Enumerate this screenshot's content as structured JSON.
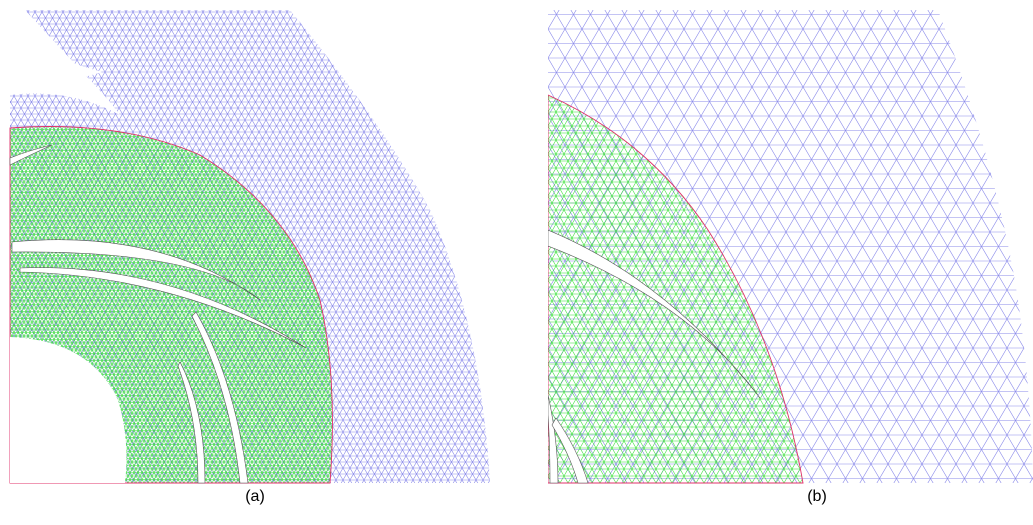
{
  "panels": [
    {
      "id": "a",
      "caption": "(a)"
    },
    {
      "id": "b",
      "caption": "(b)"
    }
  ],
  "colors": {
    "stator_mesh": "#8a8aea",
    "rotor_mesh": "#3ef03e",
    "interface": "#e0306a",
    "blade_fill": "#ffffff",
    "background": "#ffffff"
  }
}
